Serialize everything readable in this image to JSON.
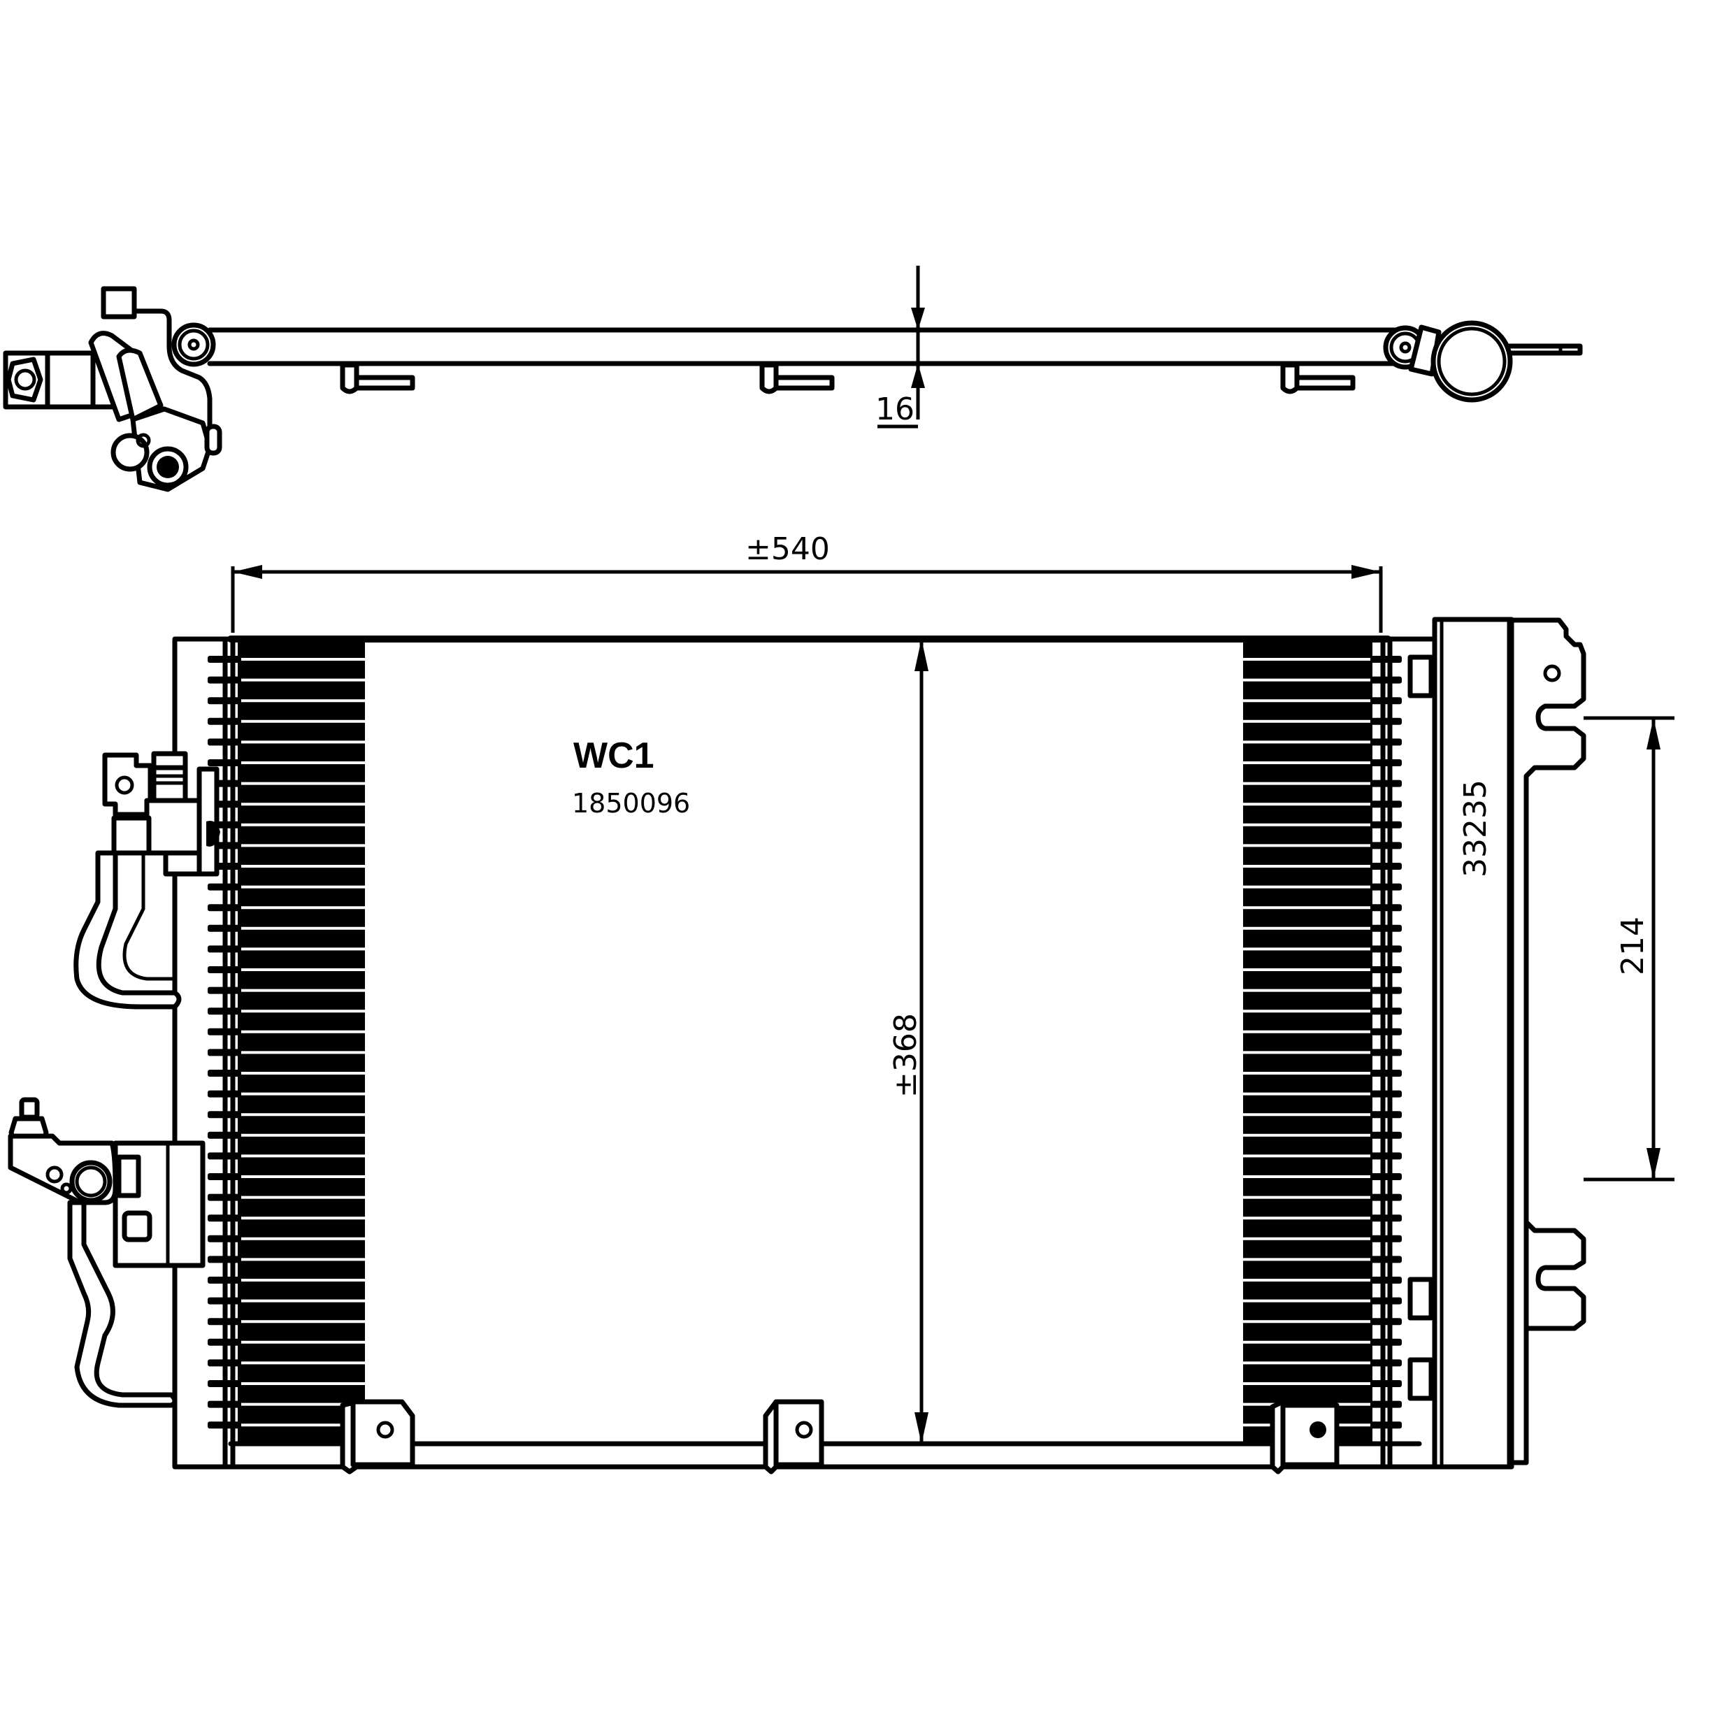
{
  "drawing": {
    "title": "WC1",
    "part_number": "1850096",
    "colors": {
      "line": "#000000",
      "background": "#ffffff"
    },
    "views": [
      "top-view",
      "front-view"
    ]
  },
  "dimensions": {
    "thickness": "16",
    "width": "±540",
    "height": "±368",
    "bracket_code": "33235",
    "bracket_spacing": "214"
  }
}
